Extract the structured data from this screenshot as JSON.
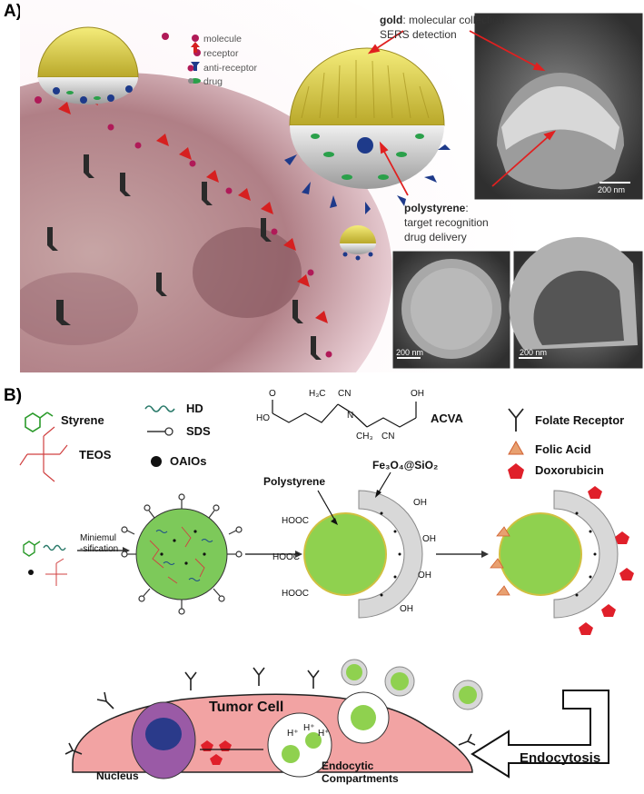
{
  "panel_a": {
    "label": "A)",
    "legend": {
      "molecule": "molecule",
      "receptor": "receptor",
      "anti_receptor": "anti-receptor",
      "drug": "drug"
    },
    "gold_title": "gold",
    "gold_line1": ": molecular collection",
    "gold_line2": "SERS detection",
    "ps_title": "polystyrene",
    "ps_line1": "target recognition",
    "ps_line2": "drug delivery",
    "scale_1": "200 nm",
    "scale_2": "200 nm",
    "scale_3": "200 nm"
  },
  "panel_b": {
    "label": "B)",
    "styrene": "Styrene",
    "hd": "HD",
    "sds": "SDS",
    "teos": "TEOS",
    "oaios": "OAIOs",
    "acva": "ACVA",
    "folate_receptor": "Folate Receptor",
    "folic_acid": "Folic Acid",
    "doxorubicin": "Doxorubicin",
    "miniemul_1": "Miniemul",
    "miniemul_2": "-sification",
    "polystyrene": "Polystyrene",
    "shell": "Fe₃O₄@SiO₂",
    "tumor_cell": "Tumor Cell",
    "nucleus": "Nucleus",
    "endocytic_1": "Endocytic",
    "endocytic_2": "Compartments",
    "endocytosis": "Endocytosis",
    "hooc": "HOOC",
    "oh": "OH",
    "hplus": "H⁺",
    "acva_h3c": "H₃C",
    "acva_ch3": "CH₃",
    "acva_cn1": "CN",
    "acva_cn2": "CN",
    "acva_n": "N",
    "acva_ho": "HO",
    "acva_oh": "OH",
    "acva_o": "O"
  },
  "colors": {
    "cell": "#f2a3a3",
    "core_green": "#8fd14f",
    "shell_grey": "#d8d8d8",
    "gold": "#e5d84a",
    "dox": "#e0202a",
    "folic": "#e8a070",
    "arrow_red": "#e02020"
  }
}
